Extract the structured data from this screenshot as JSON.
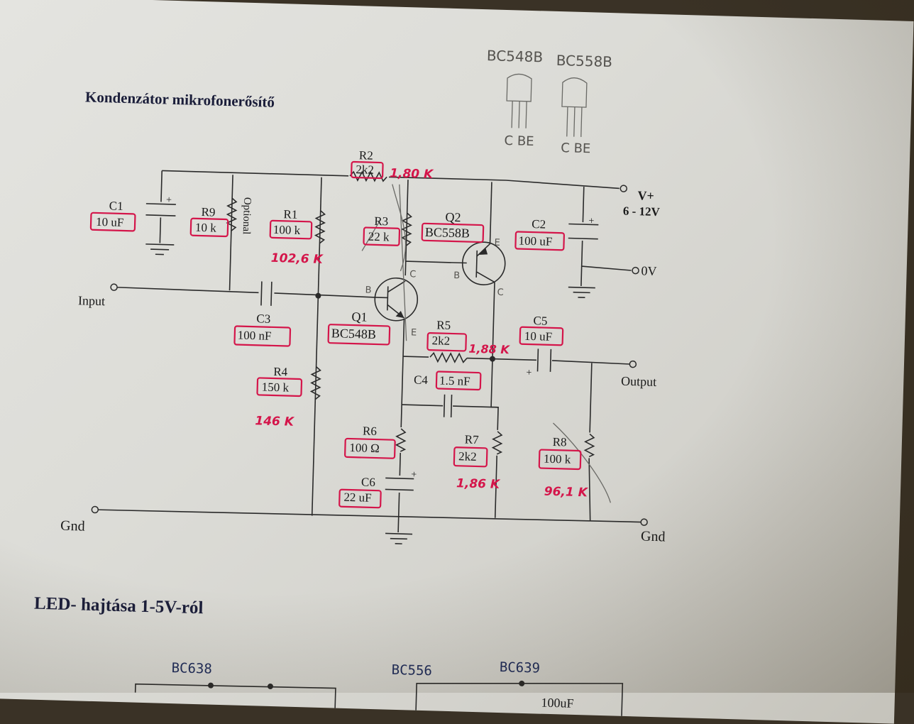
{
  "title": "Kondenzátor mikrofonerősítő",
  "section2_title": "LED- hajtása 1-5V-ról",
  "pinout": {
    "left_name": "BC548B",
    "right_name": "BC558B",
    "left_pins": "C BE",
    "right_pins": "C BE"
  },
  "terminals": {
    "vplus": "V+",
    "vplus_range": "6 - 12V",
    "zero": "0V",
    "input": "Input",
    "output": "Output",
    "gnd_left": "Gnd",
    "gnd_right": "Gnd"
  },
  "components": {
    "c1": {
      "name": "C1",
      "value": "10 uF"
    },
    "r9": {
      "name": "R9",
      "value": "10 k"
    },
    "optional": "Optional",
    "r1": {
      "name": "R1",
      "value": "100 k",
      "measured": "102,6 K"
    },
    "r2": {
      "name": "R2",
      "value": "2k2",
      "measured": "1,80 K"
    },
    "r3": {
      "name": "R3",
      "value": "22 k"
    },
    "q2": {
      "name": "Q2",
      "value": "BC558B"
    },
    "c2": {
      "name": "C2",
      "value": "100 uF"
    },
    "q1": {
      "name": "Q1",
      "value": "BC548B"
    },
    "c3": {
      "name": "C3",
      "value": "100 nF"
    },
    "r5": {
      "name": "R5",
      "value": "2k2",
      "measured": "1,88 K"
    },
    "c5": {
      "name": "C5",
      "value": "10 uF"
    },
    "c4": {
      "name": "C4",
      "value": "1.5 nF"
    },
    "r4": {
      "name": "R4",
      "value": "150 k",
      "measured": "146 K"
    },
    "r6": {
      "name": "R6",
      "value": "100 Ω"
    },
    "c6": {
      "name": "C6",
      "value": "22 uF"
    },
    "r7": {
      "name": "R7",
      "value": "2k2",
      "measured": "1,86 K"
    },
    "r8": {
      "name": "R8",
      "value": "100 k",
      "measured": "96,1 K"
    }
  },
  "pin_labels": {
    "q1_b": "B",
    "q1_c": "C",
    "q1_e": "E",
    "q2_b": "B",
    "q2_c": "C",
    "q2_e": "E",
    "plus": "+"
  },
  "led_circuit": {
    "bc638": "BC638",
    "bc556": "BC556",
    "bc639": "BC639",
    "partial_value": "100uF"
  },
  "colors": {
    "paper": "#dcdcd7",
    "ink": "#2a2a2a",
    "title_ink": "#1b1e3a",
    "markup_red": "#d4154a",
    "pencil": "#6a6a66"
  }
}
